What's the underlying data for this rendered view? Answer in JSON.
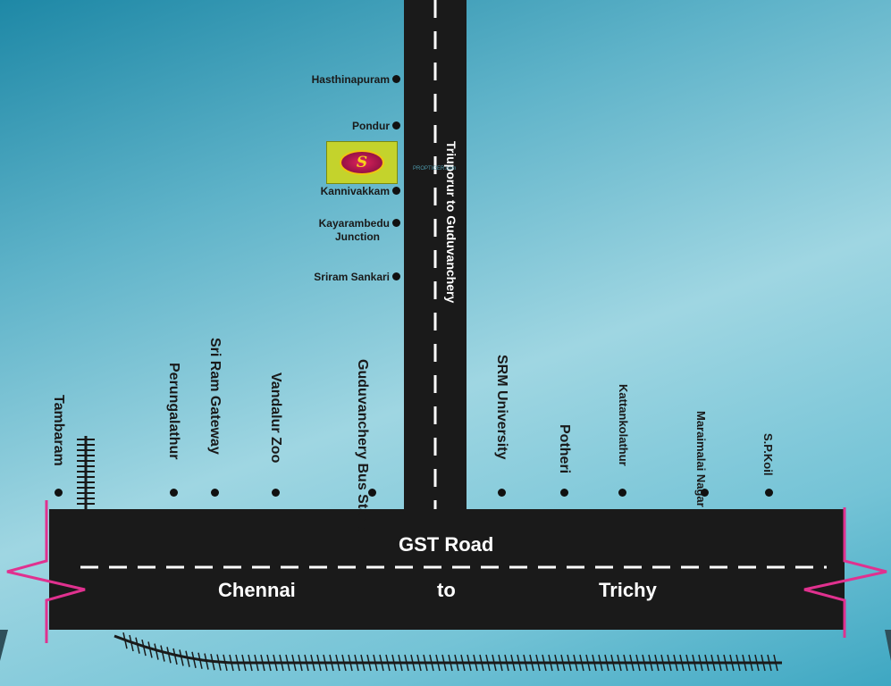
{
  "map": {
    "colors": {
      "road": "#1a1a1a",
      "dash": "#ffffff",
      "edge_marker": "#e0318f",
      "background": "#7cc4d6"
    },
    "vertical_road": {
      "label": "Triuporur to Guduvanchery"
    },
    "main_road": {
      "name": "GST Road",
      "from": "Chennai",
      "connector": "to",
      "to": "Trichy"
    },
    "vertical_stops": [
      {
        "id": "hasthinapuram",
        "label": "Hasthinapuram"
      },
      {
        "id": "pondur",
        "label": "Pondur"
      },
      {
        "id": "kannivakkam",
        "label": "Kannivakkam"
      },
      {
        "id": "kayarambedu",
        "lines": [
          "Kayarambedu",
          "Junction"
        ]
      },
      {
        "id": "sriram-sankari",
        "label": "Sriram Sankari"
      }
    ],
    "gst_stops": [
      {
        "id": "tambaram",
        "label": "Tambaram"
      },
      {
        "id": "perungalathur",
        "label": "Perungalathur"
      },
      {
        "id": "sri-ram-gateway",
        "label": "Sri Ram Gateway"
      },
      {
        "id": "vandalur-zoo",
        "label": "Vandalur Zoo"
      },
      {
        "id": "guduvanchery-bus-stand",
        "lines": [
          "Guduvanchery",
          "Bus Stand"
        ]
      },
      {
        "id": "srm-university",
        "label": "SRM University"
      },
      {
        "id": "potheri",
        "label": "Potheri"
      },
      {
        "id": "kattankolathur",
        "label": "Kattankolathur"
      },
      {
        "id": "maraimalai-nagar",
        "lines": [
          "Maraimalai",
          "Nagar"
        ]
      },
      {
        "id": "sp-koil",
        "label": "S.P.Koil"
      }
    ],
    "project_logo": {
      "icon": "project-logo-icon",
      "mark": "S"
    },
    "watermark": "PROPTIGER.com"
  }
}
